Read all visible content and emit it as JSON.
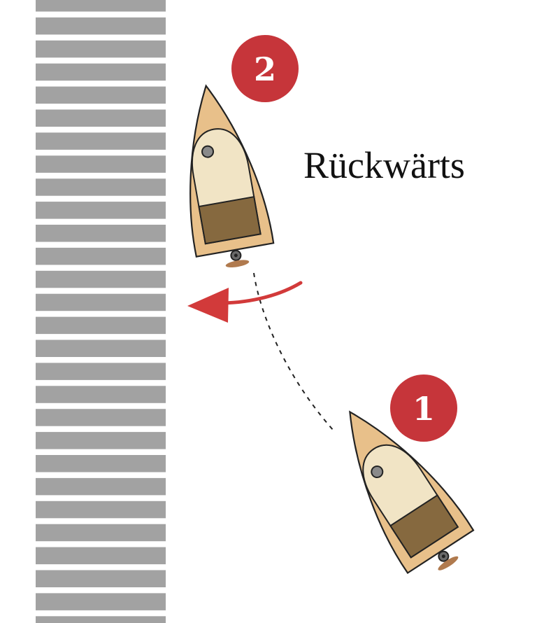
{
  "title": "Rückwärts",
  "steps": [
    {
      "label": "1"
    },
    {
      "label": "2"
    }
  ],
  "colors": {
    "dock_plank": "#a2a2a2",
    "dock_gap": "#ffffff",
    "hull": "#e8c08a",
    "hull_outline": "#222222",
    "deck": "#f1e4c5",
    "cockpit": "#86693f",
    "marker": "#c6353a",
    "arrow": "#d23a3a",
    "propeller": "#b07a4e"
  },
  "icons": [
    "boat-icon",
    "propeller-icon",
    "turn-arrow-icon",
    "step-marker-icon",
    "dock-icon"
  ]
}
